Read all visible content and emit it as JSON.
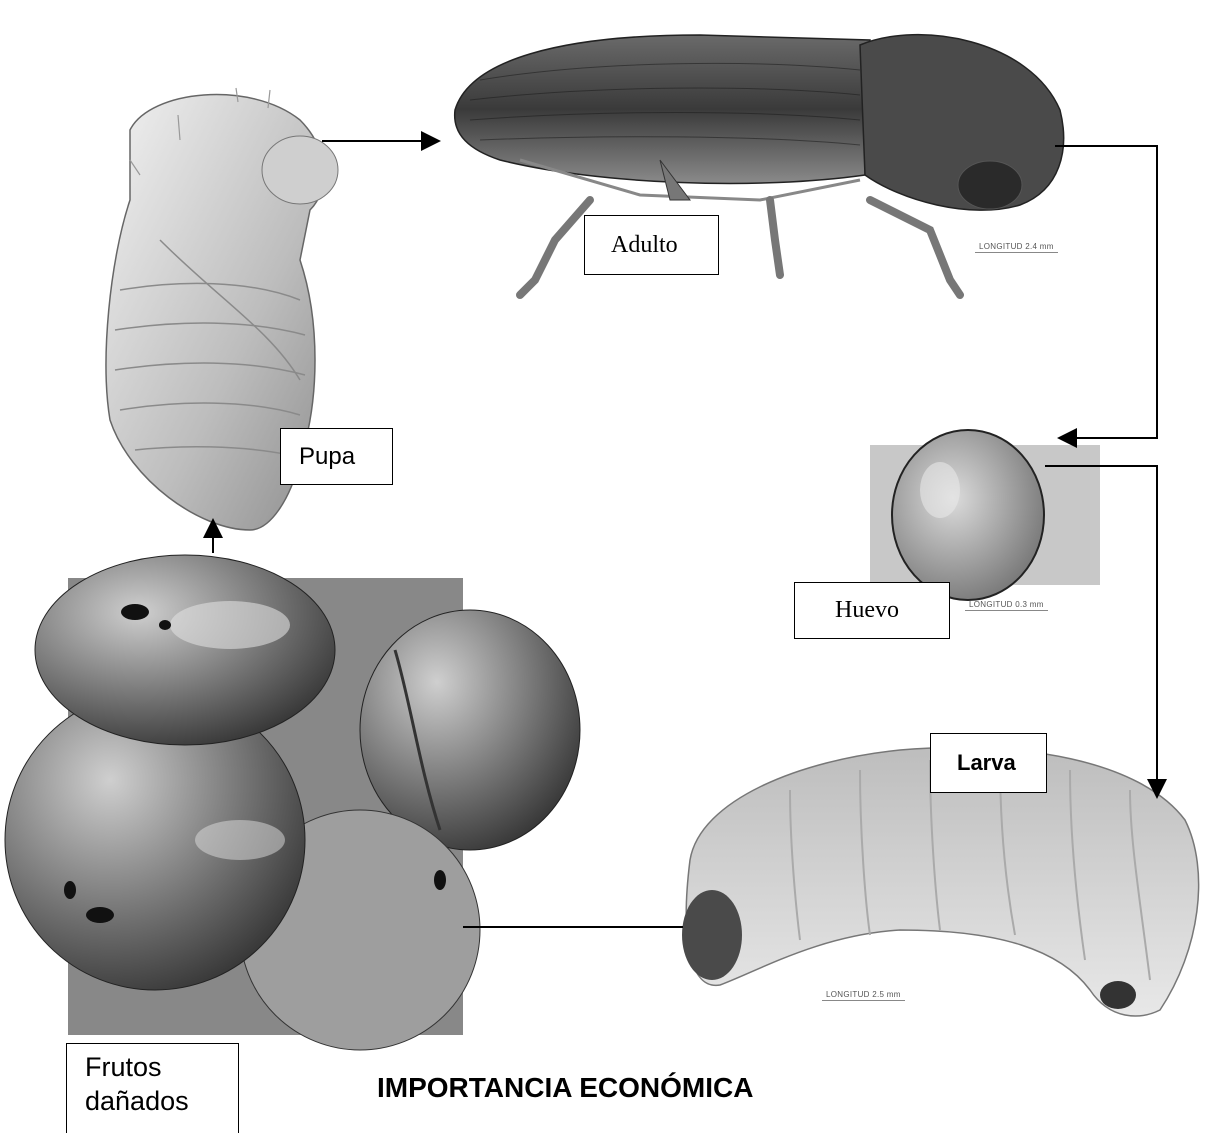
{
  "diagram": {
    "stages": {
      "adulto": "Adulto",
      "pupa": "Pupa",
      "huevo": "Huevo",
      "larva": "Larva",
      "frutos_danados": "Frutos dañados"
    },
    "scale_labels": {
      "adulto": "LONGITUD 2.4 mm",
      "huevo": "LONGITUD 0.3 mm",
      "larva": "LONGITUD 2.5 mm"
    },
    "heading": "IMPORTANCIA ECONÓMICA"
  }
}
